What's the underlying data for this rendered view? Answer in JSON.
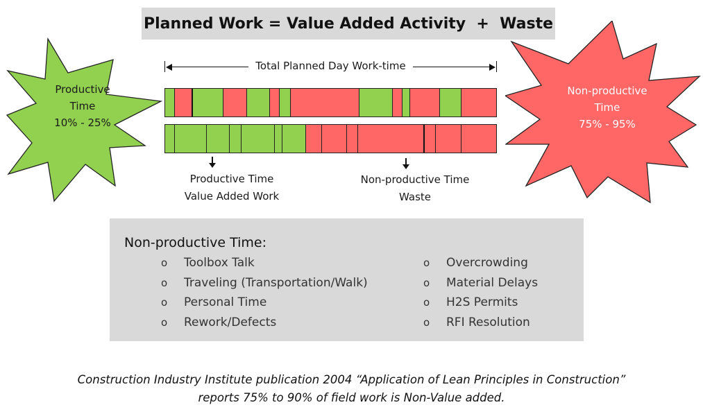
{
  "title": "Planned Work = Value Added Activity  +  Waste",
  "productive_star": {
    "lines": [
      "Productive",
      "Time",
      "10% - 25%"
    ],
    "color": "#92d050"
  },
  "nonproductive_star": {
    "lines": [
      "Non-productive",
      "Time",
      "75% - 95%"
    ],
    "color": "#ff6666"
  },
  "timeline": {
    "label": "Total Planned Day Work-time",
    "colors": {
      "productive": "#92d050",
      "nonproductive": "#ff6666"
    },
    "bar1": [
      {
        "type": "productive",
        "start": 0.0,
        "end": 0.029
      },
      {
        "type": "nonproductive",
        "start": 0.029,
        "end": 0.083
      },
      {
        "type": "productive",
        "start": 0.083,
        "end": 0.177
      },
      {
        "type": "nonproductive",
        "start": 0.177,
        "end": 0.248
      },
      {
        "type": "productive",
        "start": 0.248,
        "end": 0.317
      },
      {
        "type": "nonproductive",
        "start": 0.317,
        "end": 0.346
      },
      {
        "type": "productive",
        "start": 0.346,
        "end": 0.38
      },
      {
        "type": "nonproductive",
        "start": 0.38,
        "end": 0.586
      },
      {
        "type": "productive",
        "start": 0.586,
        "end": 0.688
      },
      {
        "type": "nonproductive",
        "start": 0.688,
        "end": 0.718
      },
      {
        "type": "productive",
        "start": 0.718,
        "end": 0.741
      },
      {
        "type": "nonproductive",
        "start": 0.741,
        "end": 0.83
      },
      {
        "type": "productive",
        "start": 0.83,
        "end": 0.895
      },
      {
        "type": "nonproductive",
        "start": 0.895,
        "end": 1.0
      }
    ],
    "bar2": [
      {
        "type": "productive",
        "start": 0.0,
        "end": 0.029
      },
      {
        "type": "productive",
        "start": 0.029,
        "end": 0.125
      },
      {
        "type": "productive",
        "start": 0.125,
        "end": 0.194
      },
      {
        "type": "productive",
        "start": 0.194,
        "end": 0.231
      },
      {
        "type": "productive",
        "start": 0.231,
        "end": 0.332
      },
      {
        "type": "productive",
        "start": 0.332,
        "end": 0.355
      },
      {
        "type": "productive",
        "start": 0.355,
        "end": 0.426
      },
      {
        "type": "nonproductive",
        "start": 0.426,
        "end": 0.474
      },
      {
        "type": "nonproductive",
        "start": 0.474,
        "end": 0.549
      },
      {
        "type": "nonproductive",
        "start": 0.549,
        "end": 0.582
      },
      {
        "type": "nonproductive",
        "start": 0.582,
        "end": 0.784
      },
      {
        "type": "nonproductive",
        "start": 0.784,
        "end": 0.817
      },
      {
        "type": "nonproductive",
        "start": 0.817,
        "end": 0.895
      },
      {
        "type": "nonproductive",
        "start": 0.895,
        "end": 1.0
      }
    ]
  },
  "captions": {
    "productive": [
      "Productive Time",
      "Value Added Work"
    ],
    "nonproductive": [
      "Non-productive Time",
      "Waste"
    ]
  },
  "nonproductive_box": {
    "title": "Non-productive Time:",
    "bullet": "o",
    "left_items": [
      "Toolbox Talk",
      "Traveling (Transportation/Walk)",
      "Personal Time",
      "Rework/Defects"
    ],
    "right_items": [
      "Overcrowding",
      "Material Delays",
      "H2S Permits",
      "RFI Resolution"
    ]
  },
  "footer": {
    "line1": "Construction Industry Institute publication 2004 “Application of Lean Principles in Construction”",
    "line2": "reports 75% to 90% of field work is Non-Value added."
  }
}
